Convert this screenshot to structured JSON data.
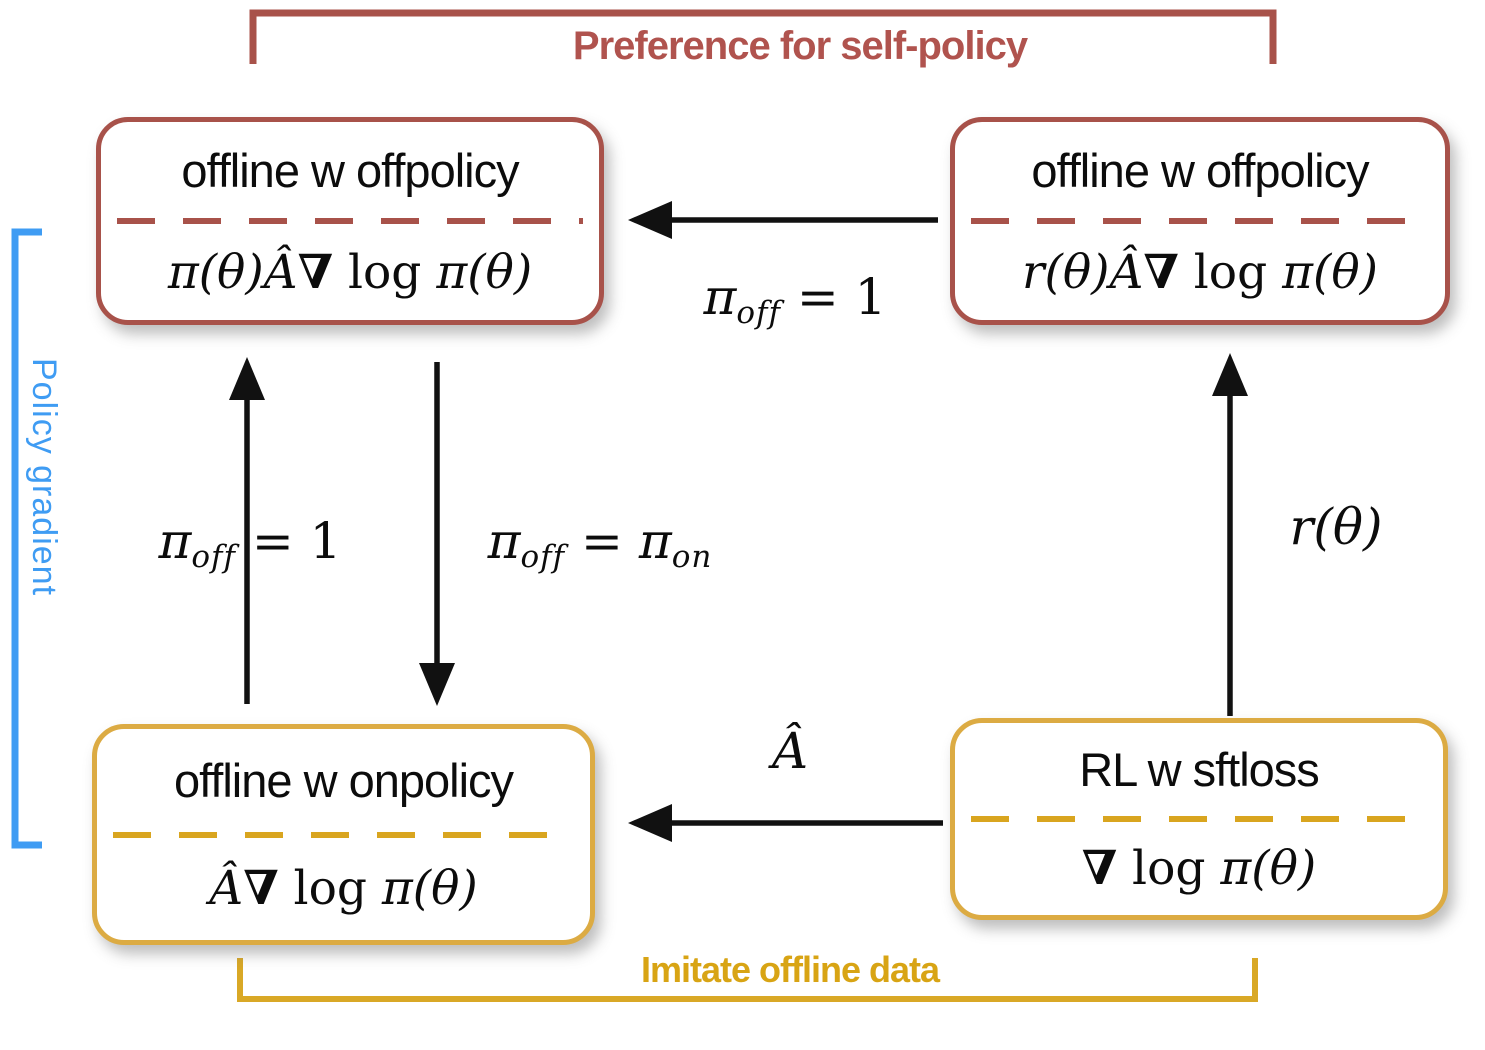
{
  "colors": {
    "red": "#a8524a",
    "red-text": "#b0534e",
    "gold": "#d9a51f",
    "gold-border": "#dcab43",
    "gold-text": "#d8a414",
    "blue": "#3f9cf3",
    "ink": "#111111"
  },
  "brackets": {
    "top": {
      "label": "Preference for self-policy"
    },
    "left": {
      "label": "Policy gradient"
    },
    "bottom": {
      "label": "Imitate offline data"
    }
  },
  "boxes": {
    "top_left": {
      "title": "offline w offpolicy",
      "formula": [
        {
          "t": "π(θ)",
          "k": "v"
        },
        {
          "t": "Â",
          "k": "v"
        },
        {
          "t": "∇",
          "k": "b"
        },
        {
          "t": " log ",
          "k": "u"
        },
        {
          "t": "π(θ)",
          "k": "v"
        }
      ]
    },
    "top_right": {
      "title": "offline w offpolicy",
      "formula": [
        {
          "t": "r(θ)",
          "k": "v"
        },
        {
          "t": "Â",
          "k": "v"
        },
        {
          "t": "∇",
          "k": "b"
        },
        {
          "t": " log ",
          "k": "u"
        },
        {
          "t": "π(θ)",
          "k": "v"
        }
      ]
    },
    "bottom_left": {
      "title": "offline w onpolicy",
      "formula": [
        {
          "t": "Â",
          "k": "v"
        },
        {
          "t": "∇",
          "k": "b"
        },
        {
          "t": " log ",
          "k": "u"
        },
        {
          "t": "π(θ)",
          "k": "v"
        }
      ]
    },
    "bottom_right": {
      "title": "RL w sftloss",
      "formula": [
        {
          "t": "∇",
          "k": "b"
        },
        {
          "t": " log ",
          "k": "u"
        },
        {
          "t": "π(θ)",
          "k": "v"
        }
      ]
    }
  },
  "arrow_labels": {
    "top": [
      {
        "t": "π",
        "k": "v"
      },
      {
        "t": "off",
        "k": "s"
      },
      {
        "t": " = 1",
        "k": "u"
      }
    ],
    "left": [
      {
        "t": "π",
        "k": "v"
      },
      {
        "t": "off",
        "k": "s"
      },
      {
        "t": " = 1",
        "k": "u"
      }
    ],
    "middle": [
      {
        "t": "π",
        "k": "v"
      },
      {
        "t": "off",
        "k": "s"
      },
      {
        "t": " = ",
        "k": "u"
      },
      {
        "t": "π",
        "k": "v"
      },
      {
        "t": "on",
        "k": "s"
      }
    ],
    "right": [
      {
        "t": "r(θ)",
        "k": "v"
      }
    ],
    "bottom": [
      {
        "t": "Â",
        "k": "v"
      }
    ]
  }
}
